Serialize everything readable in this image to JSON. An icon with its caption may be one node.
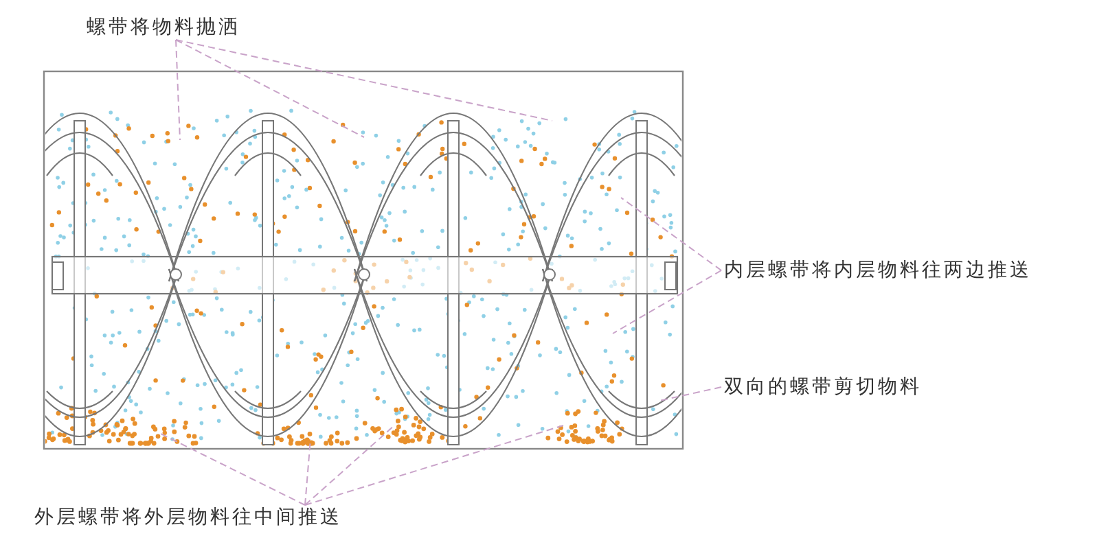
{
  "diagram": {
    "nodes": [
      {
        "text": [
          "螺带将物料抛洒"
        ]
      },
      {
        "text": [
          "内层螺带将内层物料往两边推送"
        ]
      },
      {
        "text": [
          "双向的螺带剪切物料"
        ]
      },
      {
        "text": [
          "外层螺带将外层物料往中间推送"
        ]
      }
    ],
    "edges": [
      {
        "from": 0,
        "to": null,
        "arrow": "none"
      },
      {
        "from": 0,
        "to": null,
        "arrow": "none"
      },
      {
        "from": 0,
        "to": null,
        "arrow": "none"
      },
      {
        "from": 1,
        "to": null,
        "arrow": "none"
      },
      {
        "from": 1,
        "to": null,
        "arrow": "none"
      },
      {
        "from": 2,
        "to": null,
        "arrow": "none"
      },
      {
        "from": 3,
        "to": null,
        "arrow": "none"
      },
      {
        "from": 3,
        "to": null,
        "arrow": "none"
      },
      {
        "from": 3,
        "to": null,
        "arrow": "none"
      },
      {
        "from": 3,
        "to": null,
        "arrow": "none"
      }
    ]
  }
}
